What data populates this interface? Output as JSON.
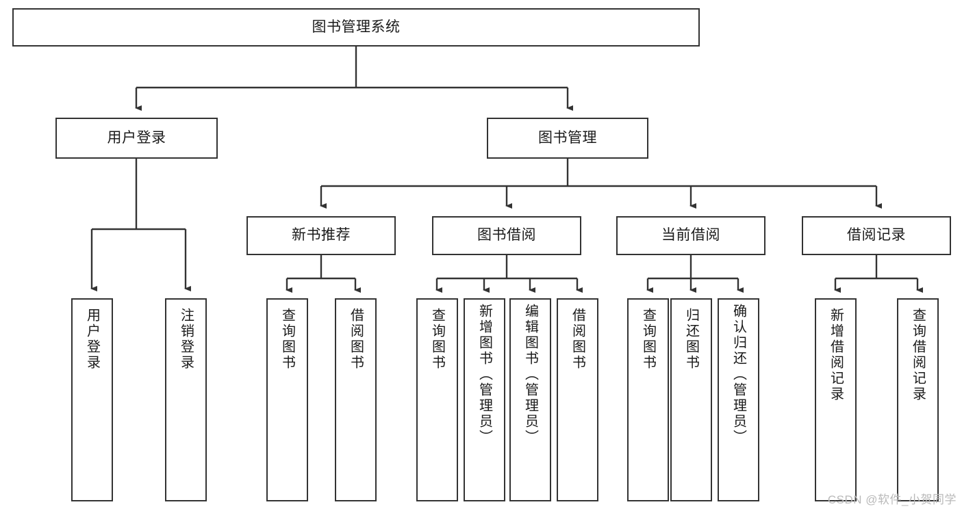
{
  "diagram": {
    "type": "tree-hierarchy",
    "title": "图书管理系统",
    "root": {
      "id": "root",
      "label": "图书管理系统"
    },
    "level1": [
      {
        "id": "user-login",
        "label": "用户登录"
      },
      {
        "id": "book-management",
        "label": "图书管理"
      }
    ],
    "level2": [
      {
        "id": "new-book-recommend",
        "label": "新书推荐",
        "parent": "book-management"
      },
      {
        "id": "book-borrow",
        "label": "图书借阅",
        "parent": "book-management"
      },
      {
        "id": "current-borrow",
        "label": "当前借阅",
        "parent": "book-management"
      },
      {
        "id": "borrow-record",
        "label": "借阅记录",
        "parent": "book-management"
      }
    ],
    "leaves": {
      "user_login": [
        {
          "id": "leaf-user-login",
          "label": "用户登录"
        },
        {
          "id": "leaf-logout-login",
          "label": "注销登录"
        }
      ],
      "new_book_recommend": [
        {
          "id": "leaf-query-book-1",
          "label": "查询图书"
        },
        {
          "id": "leaf-borrow-book-1",
          "label": "借阅图书"
        }
      ],
      "book_borrow": [
        {
          "id": "leaf-query-book-2",
          "label": "查询图书"
        },
        {
          "id": "leaf-add-book",
          "label": "新增图书（管理员）"
        },
        {
          "id": "leaf-edit-book",
          "label": "编辑图书（管理员）"
        },
        {
          "id": "leaf-borrow-book-2",
          "label": "借阅图书"
        }
      ],
      "current_borrow": [
        {
          "id": "leaf-query-book-3",
          "label": "查询图书"
        },
        {
          "id": "leaf-return-book",
          "label": "归还图书"
        },
        {
          "id": "leaf-confirm-return",
          "label": "确认归还（管理员）"
        }
      ],
      "borrow_record": [
        {
          "id": "leaf-add-record",
          "label": "新增借阅记录"
        },
        {
          "id": "leaf-query-record",
          "label": "查询借阅记录"
        }
      ]
    },
    "colors": {
      "stroke": "#333333",
      "fill": "#ffffff",
      "text": "#1a1a1a",
      "watermark": "#b9b9b9"
    }
  },
  "watermark": {
    "text": "CSDN @软件_小贺同学"
  }
}
